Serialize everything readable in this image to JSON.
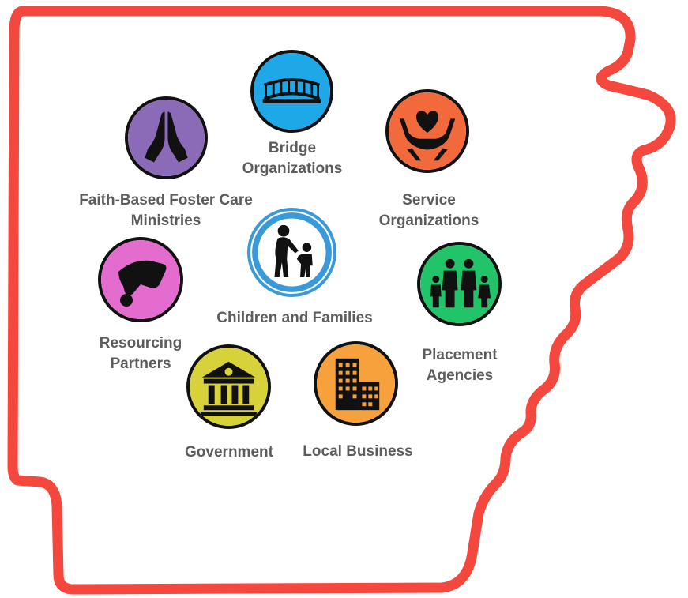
{
  "colors": {
    "outline": "#f4473d",
    "label_text": "#5c5c5c",
    "icon_stroke": "#111111"
  },
  "center": {
    "label": "Children and Families",
    "color": "#ffffff",
    "ring": "#3a9ad9",
    "icon": "adult-child-icon"
  },
  "nodes": [
    {
      "id": "bridge",
      "lines": [
        "Bridge",
        "Organizations"
      ],
      "color": "#1fa8e8",
      "icon": "bridge-icon"
    },
    {
      "id": "service",
      "lines": [
        "Service",
        "Organizations"
      ],
      "color": "#f26a3c",
      "icon": "hands-heart-icon"
    },
    {
      "id": "placement",
      "lines": [
        "Placement",
        "Agencies"
      ],
      "color": "#22c46a",
      "icon": "family-icon"
    },
    {
      "id": "local-business",
      "lines": [
        "Local Business"
      ],
      "color": "#f6a13b",
      "icon": "buildings-icon"
    },
    {
      "id": "government",
      "lines": [
        "Government"
      ],
      "color": "#d8d23a",
      "icon": "government-building-icon"
    },
    {
      "id": "resourcing",
      "lines": [
        "Resourcing",
        "Partners"
      ],
      "color": "#e36cce",
      "icon": "hand-coin-icon"
    },
    {
      "id": "faith",
      "lines": [
        "Faith-Based Foster Care",
        "Ministries"
      ],
      "color": "#8b6ab8",
      "icon": "praying-hands-icon"
    }
  ]
}
